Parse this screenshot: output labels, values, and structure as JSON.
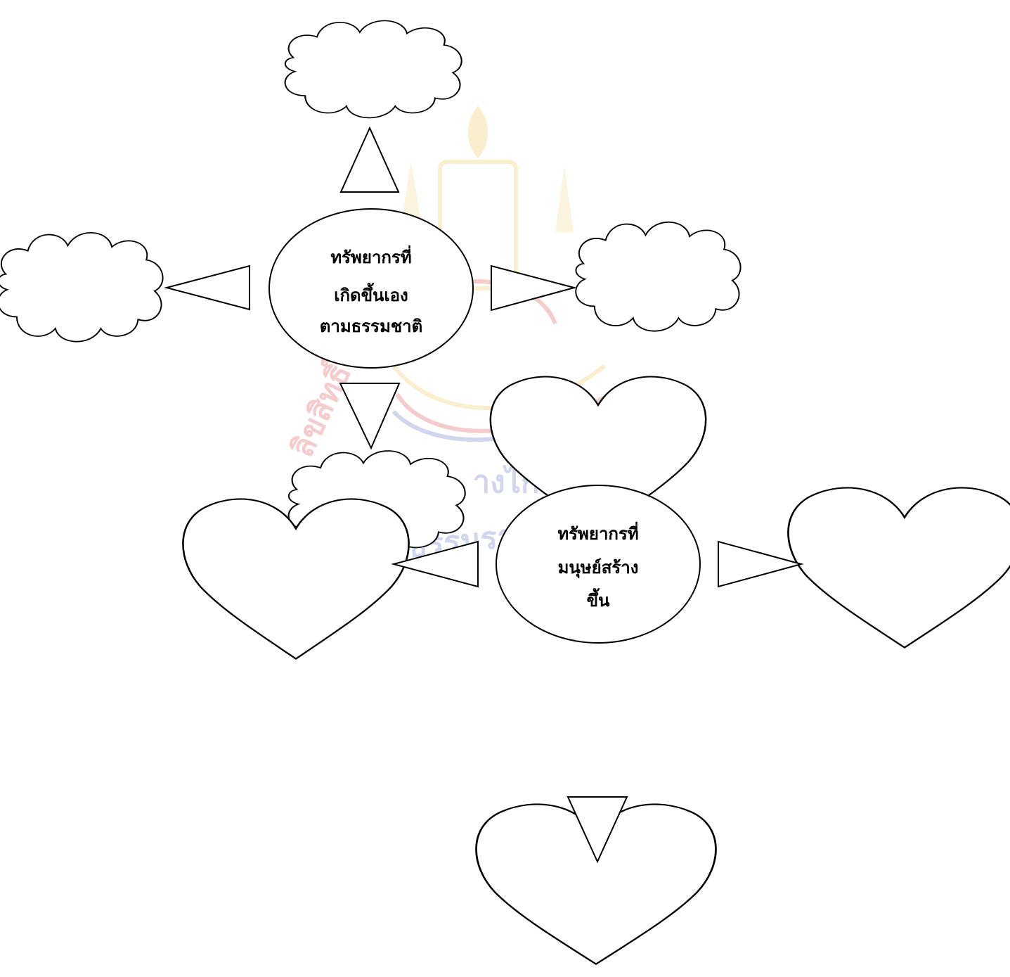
{
  "diagram": {
    "nodes": [
      {
        "id": "natural",
        "lines": [
          "ทรัพยากรที่",
          "เกิดขึ้นเอง",
          "ตามธรรมชาติ"
        ],
        "child_shape": "cloud"
      },
      {
        "id": "man-made",
        "lines": [
          "ทรัพยากรที่",
          "มนุษย์สร้าง",
          "ขึ้น"
        ],
        "child_shape": "heart"
      }
    ]
  },
  "watermark": {
    "text_left": "ลิขสิทธิ์",
    "text_mid": "างไก",
    "text_bottom": "ธรรมราชูปถั",
    "colors": {
      "gold": "#e9c34c",
      "red": "#d74a50",
      "blue": "#5a6bc2"
    }
  }
}
